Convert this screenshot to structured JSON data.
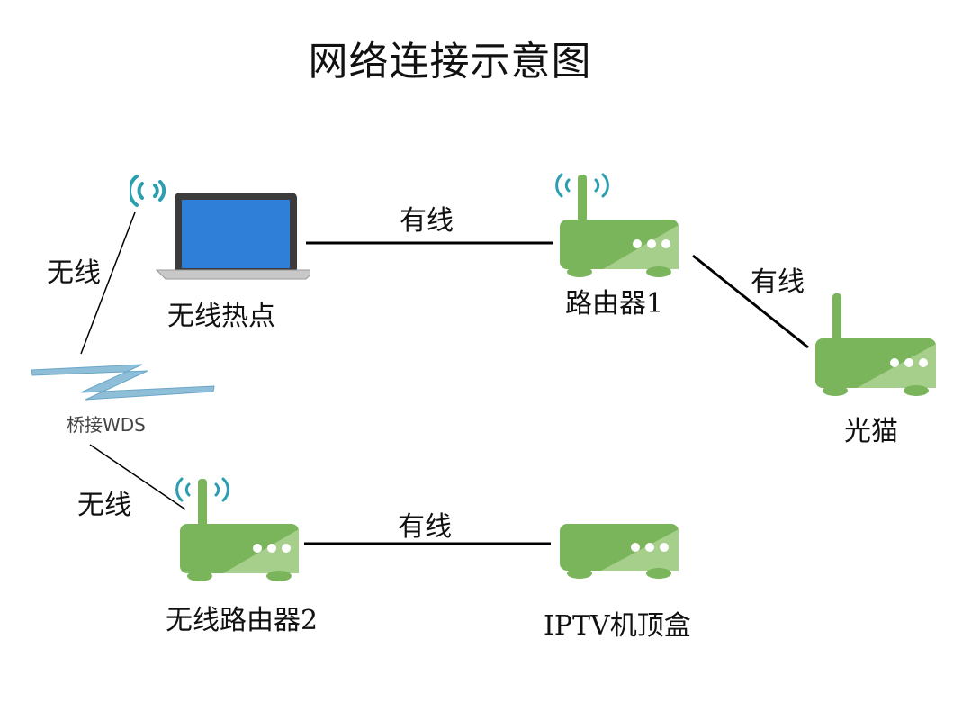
{
  "title": "网络连接示意图",
  "nodes": {
    "hotspot": "无线热点",
    "router1": "路由器1",
    "modem": "光猫",
    "router2": "无线路由器2",
    "iptv": "IPTV机顶盒",
    "bridge": "桥接WDS"
  },
  "links": {
    "hotspot_router1": "有线",
    "router1_modem": "有线",
    "router2_iptv": "有线",
    "bridge_hotspot": "无线",
    "bridge_router2": "无线"
  },
  "colors": {
    "router_green": "#7ab55c",
    "router_light": "#a6cf8c",
    "wifi_teal": "#2a9fb0",
    "screen_blue": "#2f7fd8",
    "bolt_blue": "#8fbfd8"
  }
}
